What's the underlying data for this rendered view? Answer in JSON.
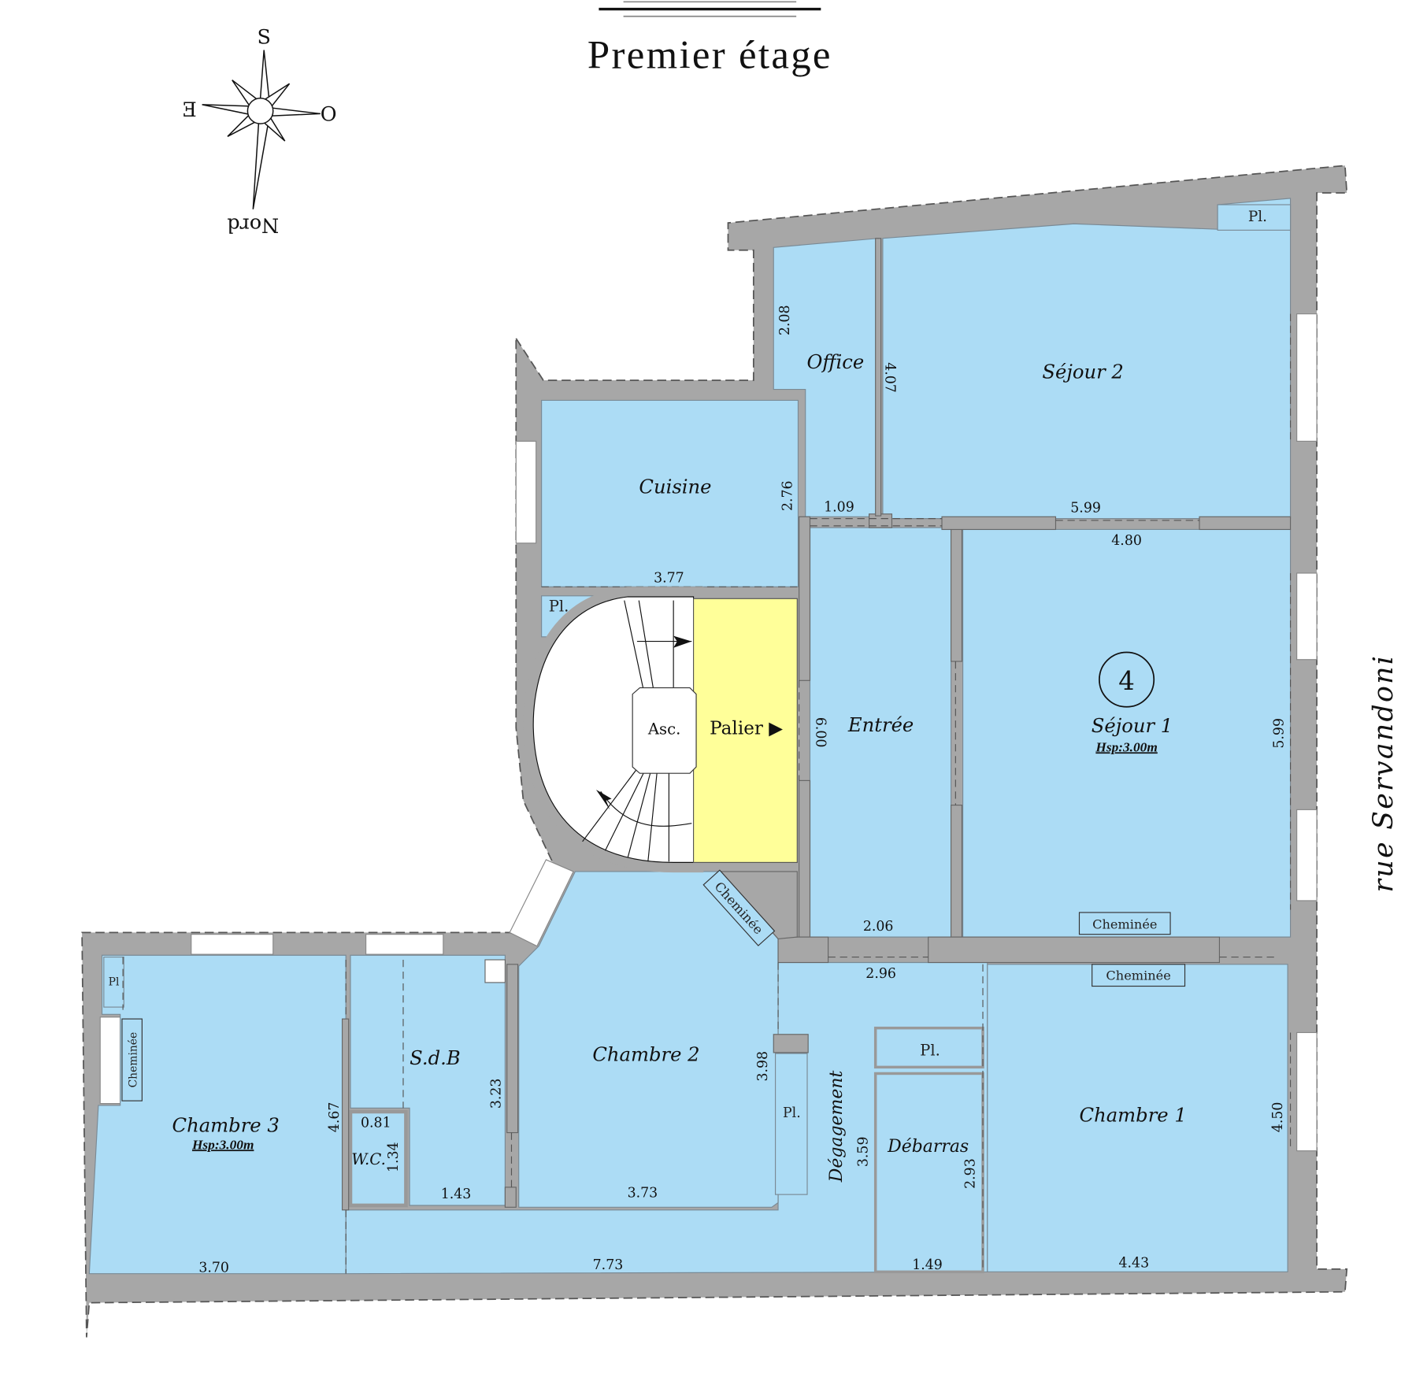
{
  "title": "Premier étage",
  "compass": {
    "south": "S",
    "east": "E",
    "west": "O",
    "north": "Nord"
  },
  "street": "rue Servandoni",
  "colors": {
    "room": "#acdcf5",
    "landing": "#ffff99",
    "wall": "#a7a7a7"
  },
  "rooms": {
    "office": "Office",
    "sejour2": "Séjour 2",
    "cuisine": "Cuisine",
    "entree": "Entrée",
    "sejour1": "Séjour 1",
    "sejour1_height": "Hsp:3.00m",
    "lot_number": "4",
    "palier": "Palier ▶",
    "ascenseur": "Asc.",
    "chambre2": "Chambre 2",
    "chambre3": "Chambre 3",
    "chambre3_height": "Hsp:3.00m",
    "sdb": "S.d.B",
    "wc": "W.C.",
    "degagement": "Dégagement",
    "debarras": "Débarras",
    "chambre1": "Chambre 1",
    "placards": [
      "Pl.",
      "Pl.",
      "Pl.",
      "Pl.",
      "Pl"
    ],
    "cheminees": [
      "Cheminée",
      "Cheminée",
      "Cheminée",
      "Cheminée"
    ]
  },
  "dimensions": [
    "2.08",
    "4.07",
    "2.76",
    "1.09",
    "5.99",
    "4.80",
    "3.77",
    "6.00",
    "5.99",
    "2.06",
    "2.96",
    "3.98",
    "3.23",
    "4.67",
    "0.81",
    "1.34",
    "1.43",
    "3.73",
    "3.59",
    "2.93",
    "4.50",
    "3.70",
    "7.73",
    "1.49",
    "4.43"
  ]
}
